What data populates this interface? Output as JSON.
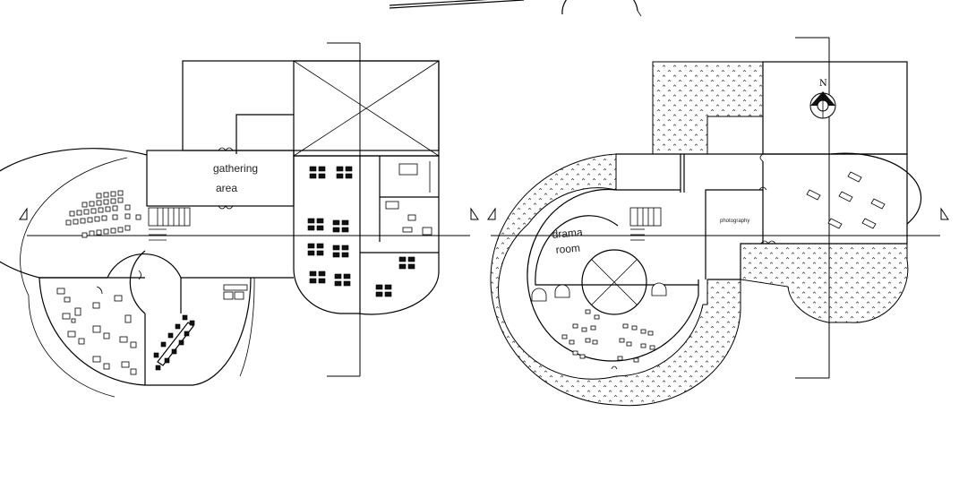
{
  "plan_left": {
    "rooms": [
      {
        "label_lines": [
          "gathering",
          "area"
        ]
      }
    ]
  },
  "plan_right": {
    "rooms": [
      {
        "label_lines": [
          "drama",
          "room"
        ]
      },
      {
        "label_lines": [
          "photography"
        ]
      }
    ],
    "north_label": "N"
  },
  "colors": {
    "line": "#000000",
    "background": "#ffffff",
    "hatch": "#333333"
  },
  "icons": [
    "north-arrow-icon",
    "section-marker-icon"
  ]
}
